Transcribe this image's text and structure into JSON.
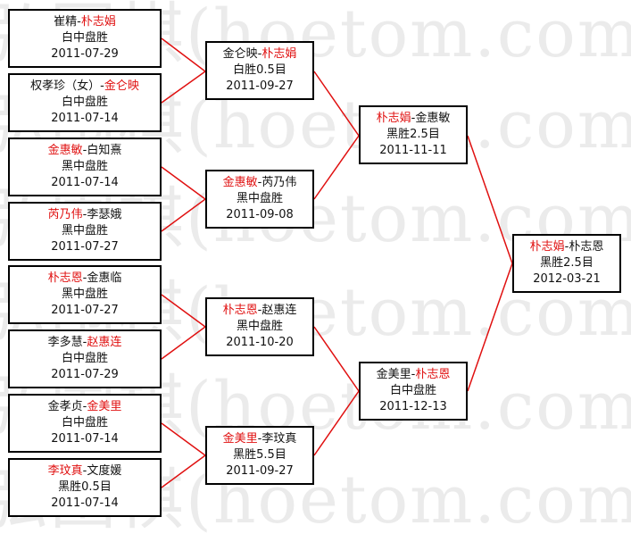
{
  "watermark": {
    "lines": [
      "弘围棋(hoetom.com)弘",
      "弘围棋(hoetom.com)弘",
      "弘围棋(hoetom.com)弘",
      "弘围棋(hoetom.com)弘",
      "弘围棋(hoetom.com)弘",
      "弘围棋(hoetom.com)弘"
    ]
  },
  "colors": {
    "winner": "#e01010",
    "line": "#e01010",
    "border": "#000000"
  },
  "matches": [
    {
      "p1": "崔精",
      "p2": "朴志娟",
      "winner": 2,
      "result": "白中盘胜",
      "date": "2011-07-29"
    },
    {
      "p1": "权孝珍（女）",
      "p2": "金仑映",
      "winner": 2,
      "result": "白中盘胜",
      "date": "2011-07-14"
    },
    {
      "p1": "金惠敏",
      "p2": "白知熹",
      "winner": 1,
      "result": "黑中盘胜",
      "date": "2011-07-14"
    },
    {
      "p1": "芮乃伟",
      "p2": "李瑟娥",
      "winner": 1,
      "result": "黑中盘胜",
      "date": "2011-07-27"
    },
    {
      "p1": "朴志恩",
      "p2": "金惠临",
      "winner": 1,
      "result": "黑中盘胜",
      "date": "2011-07-27"
    },
    {
      "p1": "李多慧",
      "p2": "赵惠连",
      "winner": 2,
      "result": "白中盘胜",
      "date": "2011-07-29"
    },
    {
      "p1": "金孝贞",
      "p2": "金美里",
      "winner": 2,
      "result": "白中盘胜",
      "date": "2011-07-14"
    },
    {
      "p1": "李玟真",
      "p2": "文度媛",
      "winner": 1,
      "result": "黑胜0.5目",
      "date": "2011-07-14"
    },
    {
      "p1": "金仑映",
      "p2": "朴志娟",
      "winner": 2,
      "result": "白胜0.5目",
      "date": "2011-09-27"
    },
    {
      "p1": "金惠敏",
      "p2": "芮乃伟",
      "winner": 1,
      "result": "黑中盘胜",
      "date": "2011-09-08"
    },
    {
      "p1": "朴志恩",
      "p2": "赵惠连",
      "winner": 1,
      "result": "黑中盘胜",
      "date": "2011-10-20"
    },
    {
      "p1": "金美里",
      "p2": "李玟真",
      "winner": 1,
      "result": "黑胜5.5目",
      "date": "2011-09-27"
    },
    {
      "p1": "朴志娟",
      "p2": "金惠敏",
      "winner": 1,
      "result": "黑胜2.5目",
      "date": "2011-11-11"
    },
    {
      "p1": "金美里",
      "p2": "朴志恩",
      "winner": 2,
      "result": "白中盘胜",
      "date": "2011-12-13"
    },
    {
      "p1": "朴志娟",
      "p2": "朴志恩",
      "winner": 1,
      "result": "黑胜2.5目",
      "date": "2012-03-21"
    }
  ]
}
